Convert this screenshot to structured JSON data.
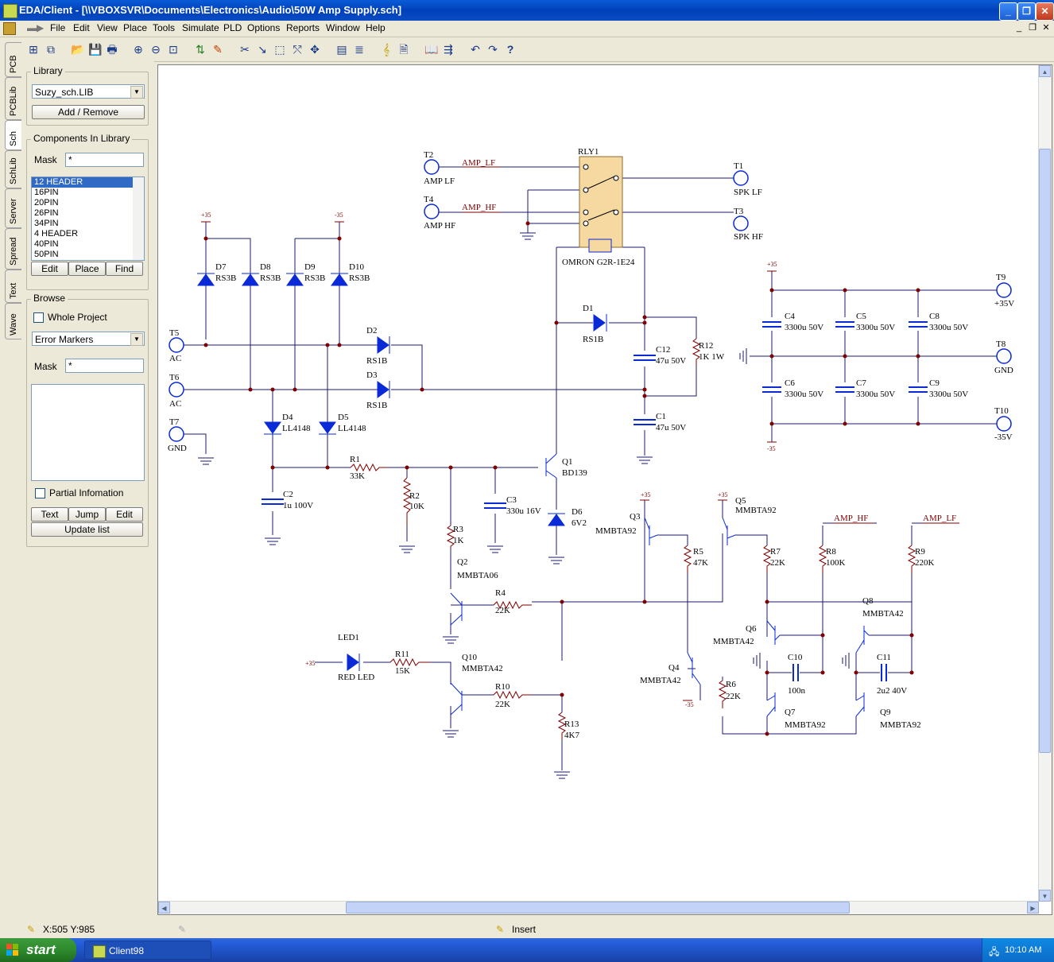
{
  "window": {
    "title": "EDA/Client - [\\\\VBOXSVR\\Documents\\Electronics\\Audio\\50W Amp Supply.sch]"
  },
  "menu": [
    "File",
    "Edit",
    "View",
    "Place",
    "Tools",
    "Simulate",
    "PLD",
    "Options",
    "Reports",
    "Window",
    "Help"
  ],
  "side_tabs": [
    "PCB",
    "PCBLib",
    "Sch",
    "SchLib",
    "Server",
    "Spread",
    "Text",
    "Wave"
  ],
  "library": {
    "group": "Library",
    "selected": "Suzy_sch.LIB",
    "add_remove": "Add / Remove"
  },
  "components": {
    "group": "Components In Library",
    "mask_label": "Mask",
    "mask_value": "*",
    "items": [
      "12 HEADER",
      "16PIN",
      "20PIN",
      "26PIN",
      "34PIN",
      "4 HEADER",
      "40PIN",
      "50PIN"
    ],
    "edit": "Edit",
    "place": "Place",
    "find": "Find"
  },
  "browse": {
    "group": "Browse",
    "whole_project": "Whole Project",
    "selected": "Error Markers",
    "mask_label": "Mask",
    "mask_value": "*",
    "partial": "Partial Infomation",
    "text": "Text",
    "jump": "Jump",
    "edit": "Edit",
    "update": "Update list"
  },
  "schematic": {
    "labels": {
      "T2": "T2",
      "AMP_LF_in": "AMP LF",
      "T4": "T4",
      "AMP_HF_in": "AMP HF",
      "net_amp_lf": "AMP_LF",
      "net_amp_hf": "AMP_HF",
      "RLY1": "RLY1",
      "relay_part": "OMRON G2R-1E24",
      "T1": "T1",
      "SPK_LF": "SPK LF",
      "T3": "T3",
      "SPK_HF": "SPK HF",
      "p35a": "+35",
      "m35a": "-35",
      "D7": "D7",
      "D8": "D8",
      "D9": "D9",
      "D10": "D10",
      "RS3B": "RS3B",
      "T5": "T5",
      "T6": "T6",
      "AC": "AC",
      "T7": "T7",
      "GND": "GND",
      "D2": "D2",
      "D3": "D3",
      "RS1B": "RS1B",
      "D4": "D4",
      "D5": "D5",
      "LL4148": "LL4148",
      "R1": "R1",
      "33K": "33K",
      "C2": "C2",
      "1u100V": "1u 100V",
      "R2": "R2",
      "10K": "10K",
      "C3": "C3",
      "330u16V": "330u 16V",
      "D1": "D1",
      "C12": "C12",
      "47u50V": "47u 50V",
      "R12": "R12",
      "1K1W": "1K 1W",
      "C1": "C1",
      "Q1": "Q1",
      "BD139": "BD139",
      "D6": "D6",
      "6V2": "6V2",
      "R3": "R3",
      "1K": "1K",
      "Q2": "Q2",
      "MMBTA06": "MMBTA06",
      "R4": "R4",
      "22K": "22K",
      "LED1": "LED1",
      "RED_LED": "RED LED",
      "R11": "R11",
      "15K": "15K",
      "Q10": "Q10",
      "MMBTA42": "MMBTA42",
      "R10": "R10",
      "R13": "R13",
      "4K7": "4K7",
      "Q3": "Q3",
      "MMBTA92": "MMBTA92",
      "Q5": "Q5",
      "R5": "R5",
      "47K": "47K",
      "Q4": "Q4",
      "R6": "R6",
      "R7": "R7",
      "R8": "R8",
      "100K": "100K",
      "Q6": "Q6",
      "C10": "C10",
      "100n": "100n",
      "Q7": "Q7",
      "R9": "R9",
      "220K": "220K",
      "Q8": "Q8",
      "C11": "C11",
      "2u240V": "2u2 40V",
      "Q9": "Q9",
      "C4": "C4",
      "C5": "C5",
      "C8": "C8",
      "C6": "C6",
      "C7": "C7",
      "C9": "C9",
      "3300u50V": "3300u 50V",
      "T9": "T9",
      "p35V": "+35V",
      "T8": "T8",
      "T10": "T10",
      "m35V": "-35V"
    }
  },
  "status": {
    "coords": "X:505 Y:985",
    "mode": "Insert"
  },
  "taskbar": {
    "start": "start",
    "item": "Client98",
    "clock": "10:10 AM"
  },
  "colors": {
    "wire": "#1a1a6e",
    "part": "#0a2ad8",
    "junction": "#800000",
    "netlabel": "#800000"
  }
}
